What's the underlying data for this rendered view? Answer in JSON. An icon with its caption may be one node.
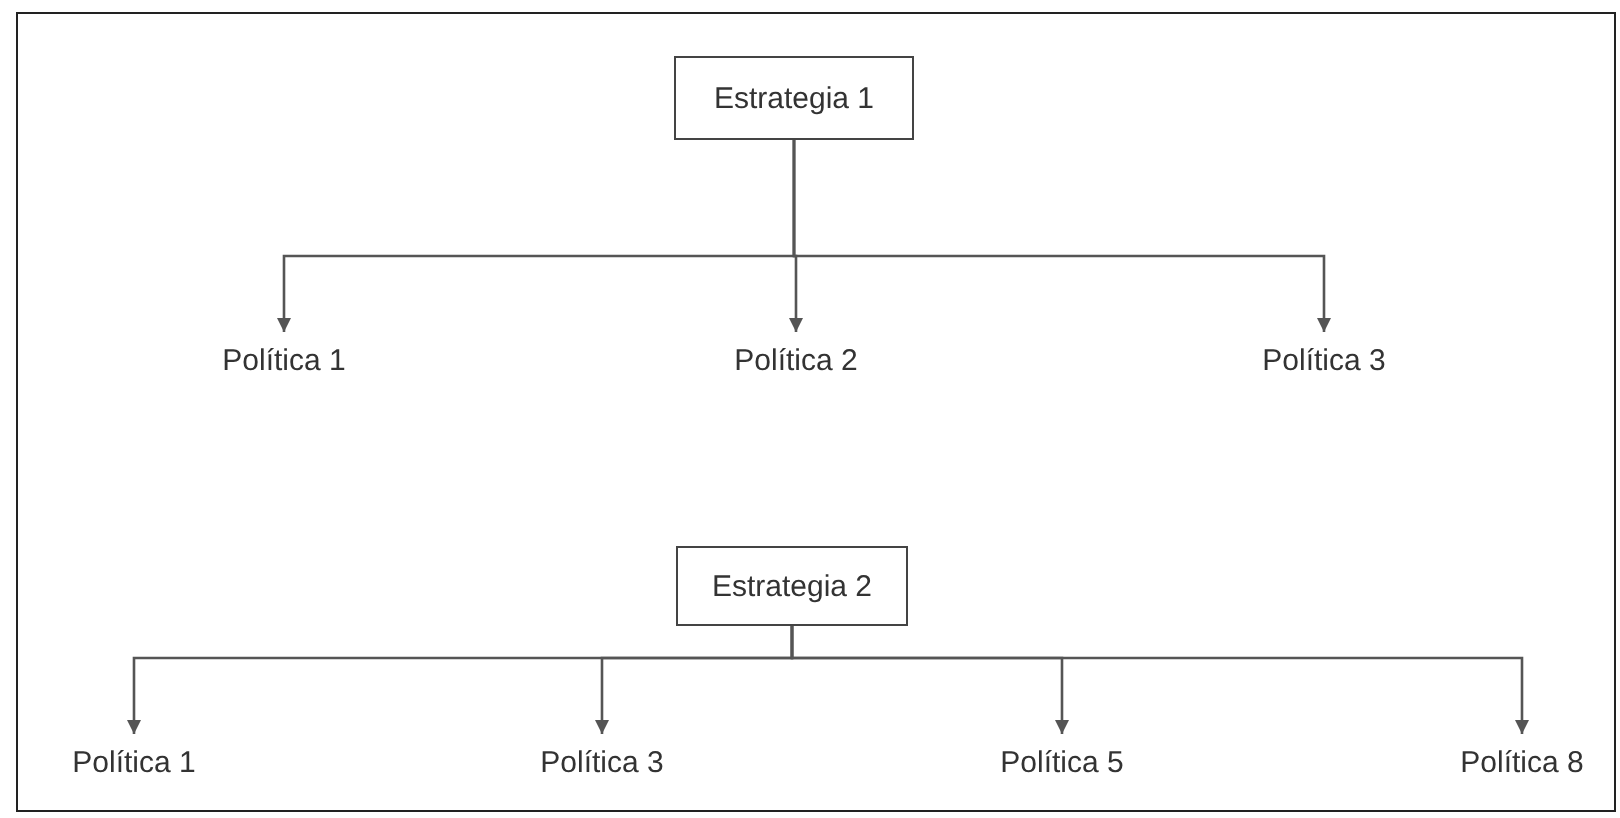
{
  "diagram": {
    "nodes": [
      {
        "text": [
          "Estrategia 1"
        ]
      },
      {
        "text": [
          "Política 1"
        ]
      },
      {
        "text": [
          "Política 2"
        ]
      },
      {
        "text": [
          "Política 3"
        ]
      },
      {
        "text": [
          "Estrategia 2"
        ]
      },
      {
        "text": [
          "Política 1"
        ]
      },
      {
        "text": [
          "Política 3"
        ]
      },
      {
        "text": [
          "Política 5"
        ]
      },
      {
        "text": [
          "Política 8"
        ]
      }
    ],
    "edges": [
      {
        "from": 0,
        "to": 1,
        "arrow": "to"
      },
      {
        "from": 0,
        "to": 2,
        "arrow": "to"
      },
      {
        "from": 0,
        "to": 3,
        "arrow": "to"
      },
      {
        "from": 4,
        "to": 5,
        "arrow": "to"
      },
      {
        "from": 4,
        "to": 6,
        "arrow": "to"
      },
      {
        "from": 4,
        "to": 7,
        "arrow": "to"
      },
      {
        "from": 4,
        "to": 8,
        "arrow": "to"
      }
    ]
  }
}
